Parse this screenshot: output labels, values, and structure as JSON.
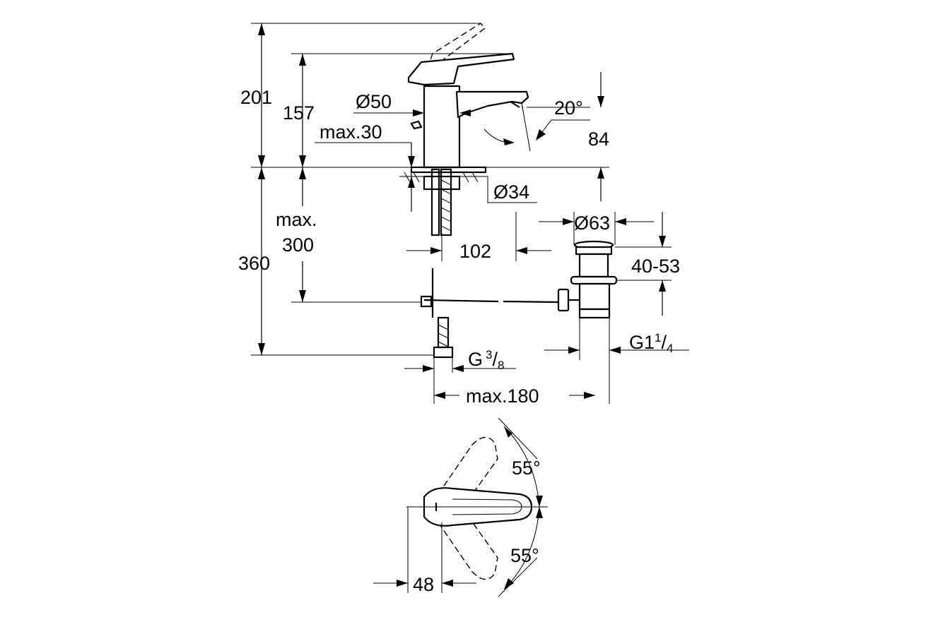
{
  "labels": {
    "total_height": "201",
    "spout_height": "157",
    "body_diameter": "Ø50",
    "max_thickness": "max.30",
    "spout_angle": "20°",
    "spout_clearance": "84",
    "hole_diameter": "Ø34",
    "below_height": "360",
    "max_300_line1": "max.",
    "max_300_line2": "300",
    "spout_reach": "102",
    "waste_diameter": "Ø63",
    "waste_range": "40-53",
    "waste_thread_main": "G1",
    "waste_thread_num": "1",
    "waste_thread_sep": "/",
    "waste_thread_den": "4",
    "hose_thread_main": "G",
    "hose_thread_num": "3",
    "hose_thread_sep": "/",
    "hose_thread_den": "8",
    "max_180": "max.180",
    "lever_angle_top": "55°",
    "lever_angle_bottom": "55°",
    "lever_offset": "48"
  }
}
